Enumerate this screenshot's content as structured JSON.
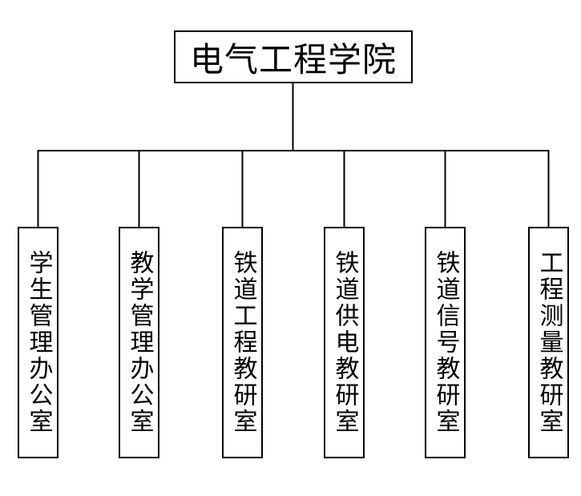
{
  "diagram": {
    "root": {
      "label": "电气工程学院"
    },
    "children": [
      {
        "label": "学生管理办公室"
      },
      {
        "label": "教学管理办公室"
      },
      {
        "label": "铁道工程教研室"
      },
      {
        "label": "铁道供电教研室"
      },
      {
        "label": "铁道信号教研室"
      },
      {
        "label": "工程测量教研室"
      }
    ],
    "colors": {
      "line": "#000000",
      "box_border": "#000000",
      "box_fill": "#ffffff",
      "text": "#000000",
      "background": "#ffffff"
    }
  }
}
